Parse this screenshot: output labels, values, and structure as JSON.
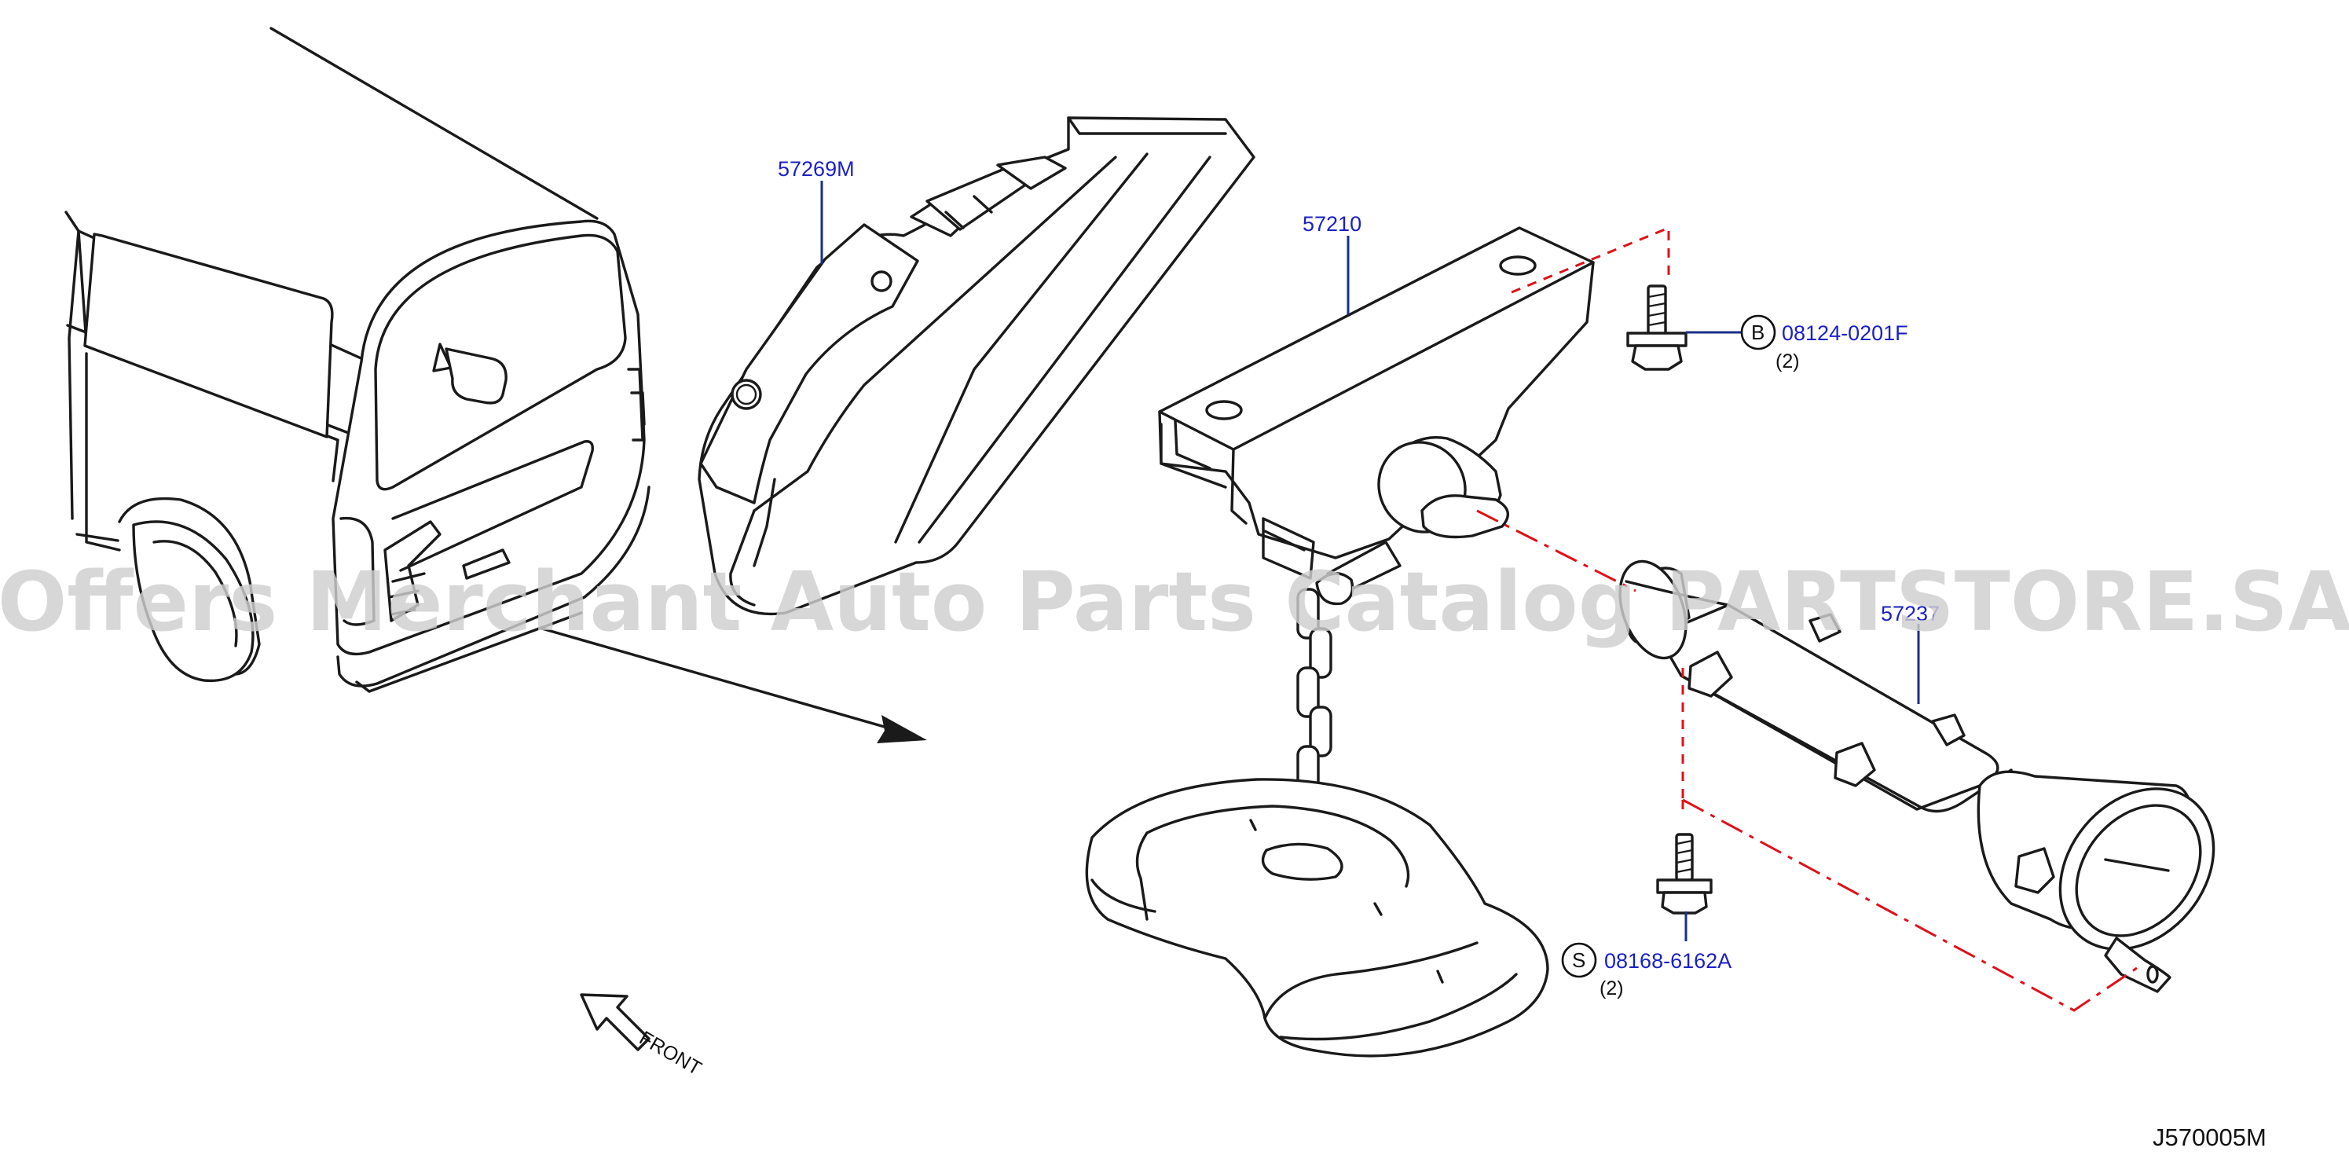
{
  "parts": {
    "p57269M": "57269M",
    "p57210": "57210",
    "p57237": "57237",
    "p08124": "08124-0201F",
    "p08124_qty": "(2)",
    "p08124_prefix": "B",
    "p08168": "08168-6162A",
    "p08168_qty": "(2)",
    "p08168_prefix": "S"
  },
  "front_label": "FRONT",
  "diagram_code": "J570005M",
  "watermark": "Offers Merchant Auto Parts Catalog PARTSTORE.SA",
  "colors": {
    "part_number": "#1a1fc8",
    "leader": "#1a2f8a",
    "guide": "#e0101a",
    "watermark": "#cfcfcf"
  }
}
